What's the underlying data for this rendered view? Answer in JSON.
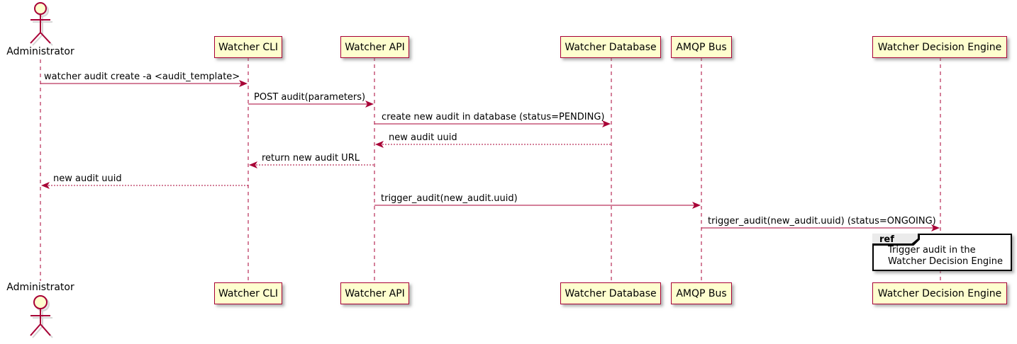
{
  "diagram_type": "uml-sequence-diagram",
  "actor": {
    "label": "Administrator"
  },
  "participants": [
    {
      "label": "Watcher CLI"
    },
    {
      "label": "Watcher API"
    },
    {
      "label": "Watcher Database"
    },
    {
      "label": "AMQP Bus"
    },
    {
      "label": "Watcher Decision Engine"
    }
  ],
  "messages": [
    {
      "from": "Administrator",
      "to": "Watcher CLI",
      "label": "watcher audit create -a <audit_template>",
      "line": "solid"
    },
    {
      "from": "Watcher CLI",
      "to": "Watcher API",
      "label": "POST audit(parameters)",
      "line": "solid"
    },
    {
      "from": "Watcher API",
      "to": "Watcher Database",
      "label": "create new audit in database (status=PENDING)",
      "line": "solid"
    },
    {
      "from": "Watcher Database",
      "to": "Watcher API",
      "label": "new audit uuid",
      "line": "dashed"
    },
    {
      "from": "Watcher API",
      "to": "Watcher CLI",
      "label": "return new audit URL",
      "line": "dashed"
    },
    {
      "from": "Watcher CLI",
      "to": "Administrator",
      "label": "new audit uuid",
      "line": "dashed"
    },
    {
      "from": "Watcher API",
      "to": "AMQP Bus",
      "label": "trigger_audit(new_audit.uuid)",
      "line": "solid"
    },
    {
      "from": "AMQP Bus",
      "to": "Watcher Decision Engine",
      "label": "trigger_audit(new_audit.uuid) (status=ONGOING)",
      "line": "solid"
    }
  ],
  "ref": {
    "tag": "ref",
    "line1": "Trigger audit in the",
    "line2": "Watcher Decision Engine"
  },
  "colors": {
    "participant_fill": "#FEFECE",
    "participant_border": "#A80036",
    "line": "#A80036",
    "text": "#000000",
    "ref_border": "#000000",
    "ref_tag_fill": "#EBEBEB",
    "background": "#FFFFFF"
  }
}
